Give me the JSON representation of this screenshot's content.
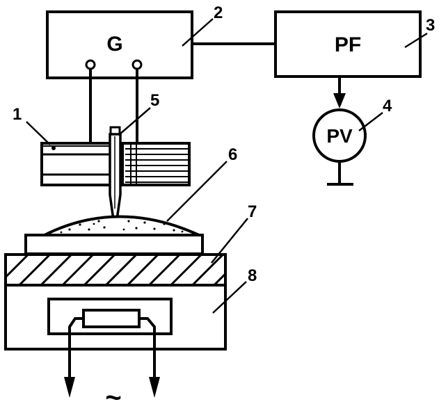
{
  "blocks": {
    "generator": "G",
    "processor": "PF",
    "meter": "PV"
  },
  "numbers": {
    "n1": "1",
    "n2": "2",
    "n3": "3",
    "n4": "4",
    "n5": "5",
    "n6": "6",
    "n7": "7",
    "n8": "8"
  },
  "ac_symbol": "~"
}
